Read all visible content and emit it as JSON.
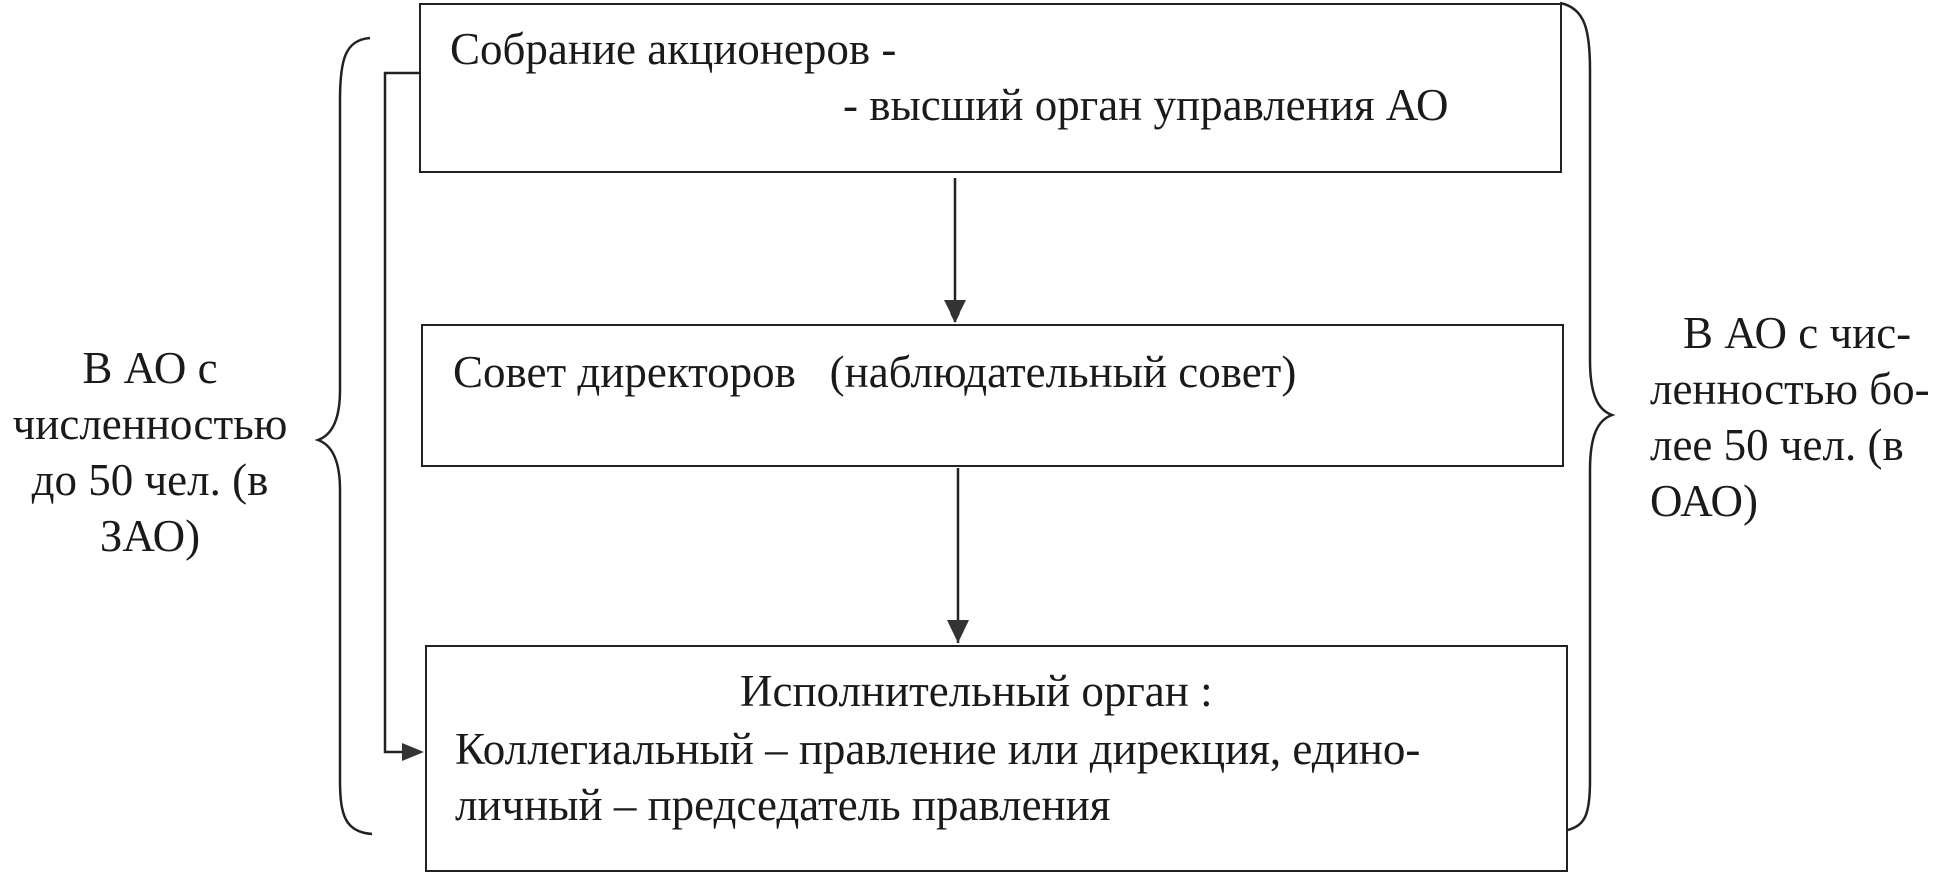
{
  "nodes": {
    "shareholders": {
      "line1": "Собрание акционеров -",
      "line2": "- высший орган управления АО"
    },
    "board": {
      "label": "Совет директоров   (наблюдательный совет)"
    },
    "executive": {
      "line1": "Исполнительный орган :",
      "line2": "Коллегиальный – правление или дирекция, едино-",
      "line3": "личный – председатель правления"
    }
  },
  "brackets": {
    "left": {
      "lines": [
        "В АО с",
        "численностью",
        "до 50 чел. (в",
        "ЗАО)"
      ]
    },
    "right": {
      "lines": [
        "В АО с чис-",
        "ленностью бо-",
        "лее 50 чел.  (в",
        "ОАО)"
      ]
    }
  },
  "colors": {
    "line": "#222222",
    "text": "#1a1a1a",
    "background": "#ffffff"
  }
}
